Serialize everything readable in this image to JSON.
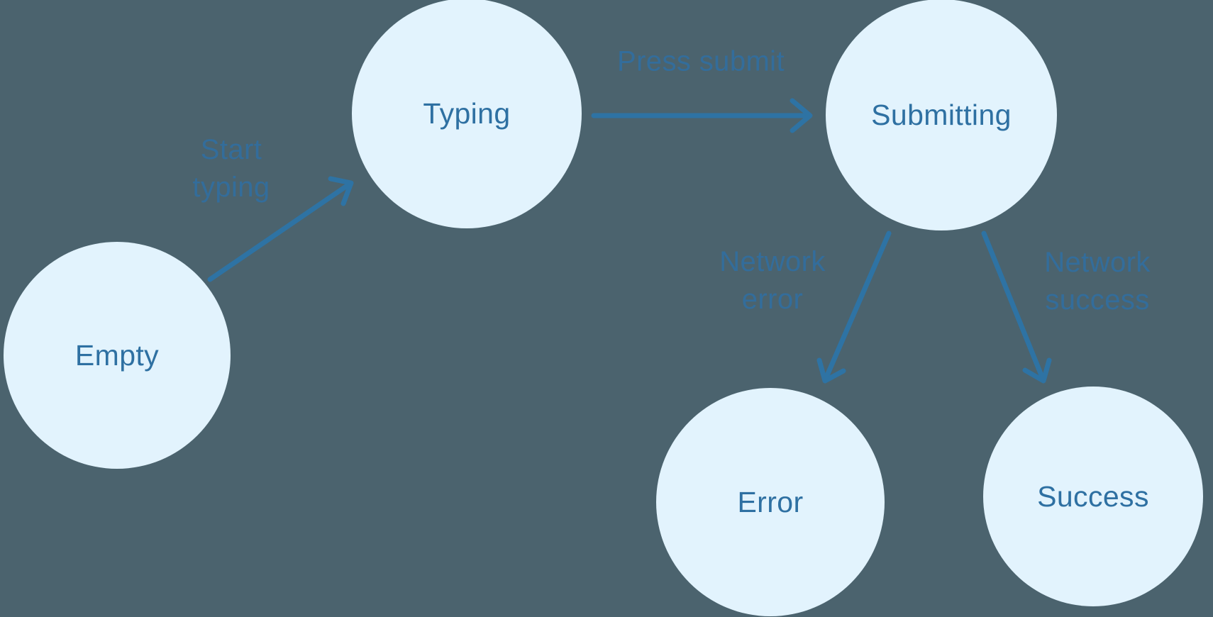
{
  "diagram": {
    "type": "state-machine",
    "states": [
      {
        "id": "empty",
        "label": "Empty"
      },
      {
        "id": "typing",
        "label": "Typing"
      },
      {
        "id": "submitting",
        "label": "Submitting"
      },
      {
        "id": "error",
        "label": "Error"
      },
      {
        "id": "success",
        "label": "Success"
      }
    ],
    "transitions": [
      {
        "from": "empty",
        "to": "typing",
        "label": "Start typing",
        "lines": [
          "Start",
          "typing"
        ]
      },
      {
        "from": "typing",
        "to": "submitting",
        "label": "Press submit",
        "lines": [
          "Press submit"
        ]
      },
      {
        "from": "submitting",
        "to": "error",
        "label": "Network error",
        "lines": [
          "Network",
          "error"
        ]
      },
      {
        "from": "submitting",
        "to": "success",
        "label": "Network success",
        "lines": [
          "Network",
          "success"
        ]
      }
    ],
    "colors": {
      "background": "#4b636e",
      "node_fill": "#e2f3fd",
      "node_text": "#2e70a2",
      "edge": "#2e73a4",
      "edge_label": "#336d9b"
    }
  }
}
